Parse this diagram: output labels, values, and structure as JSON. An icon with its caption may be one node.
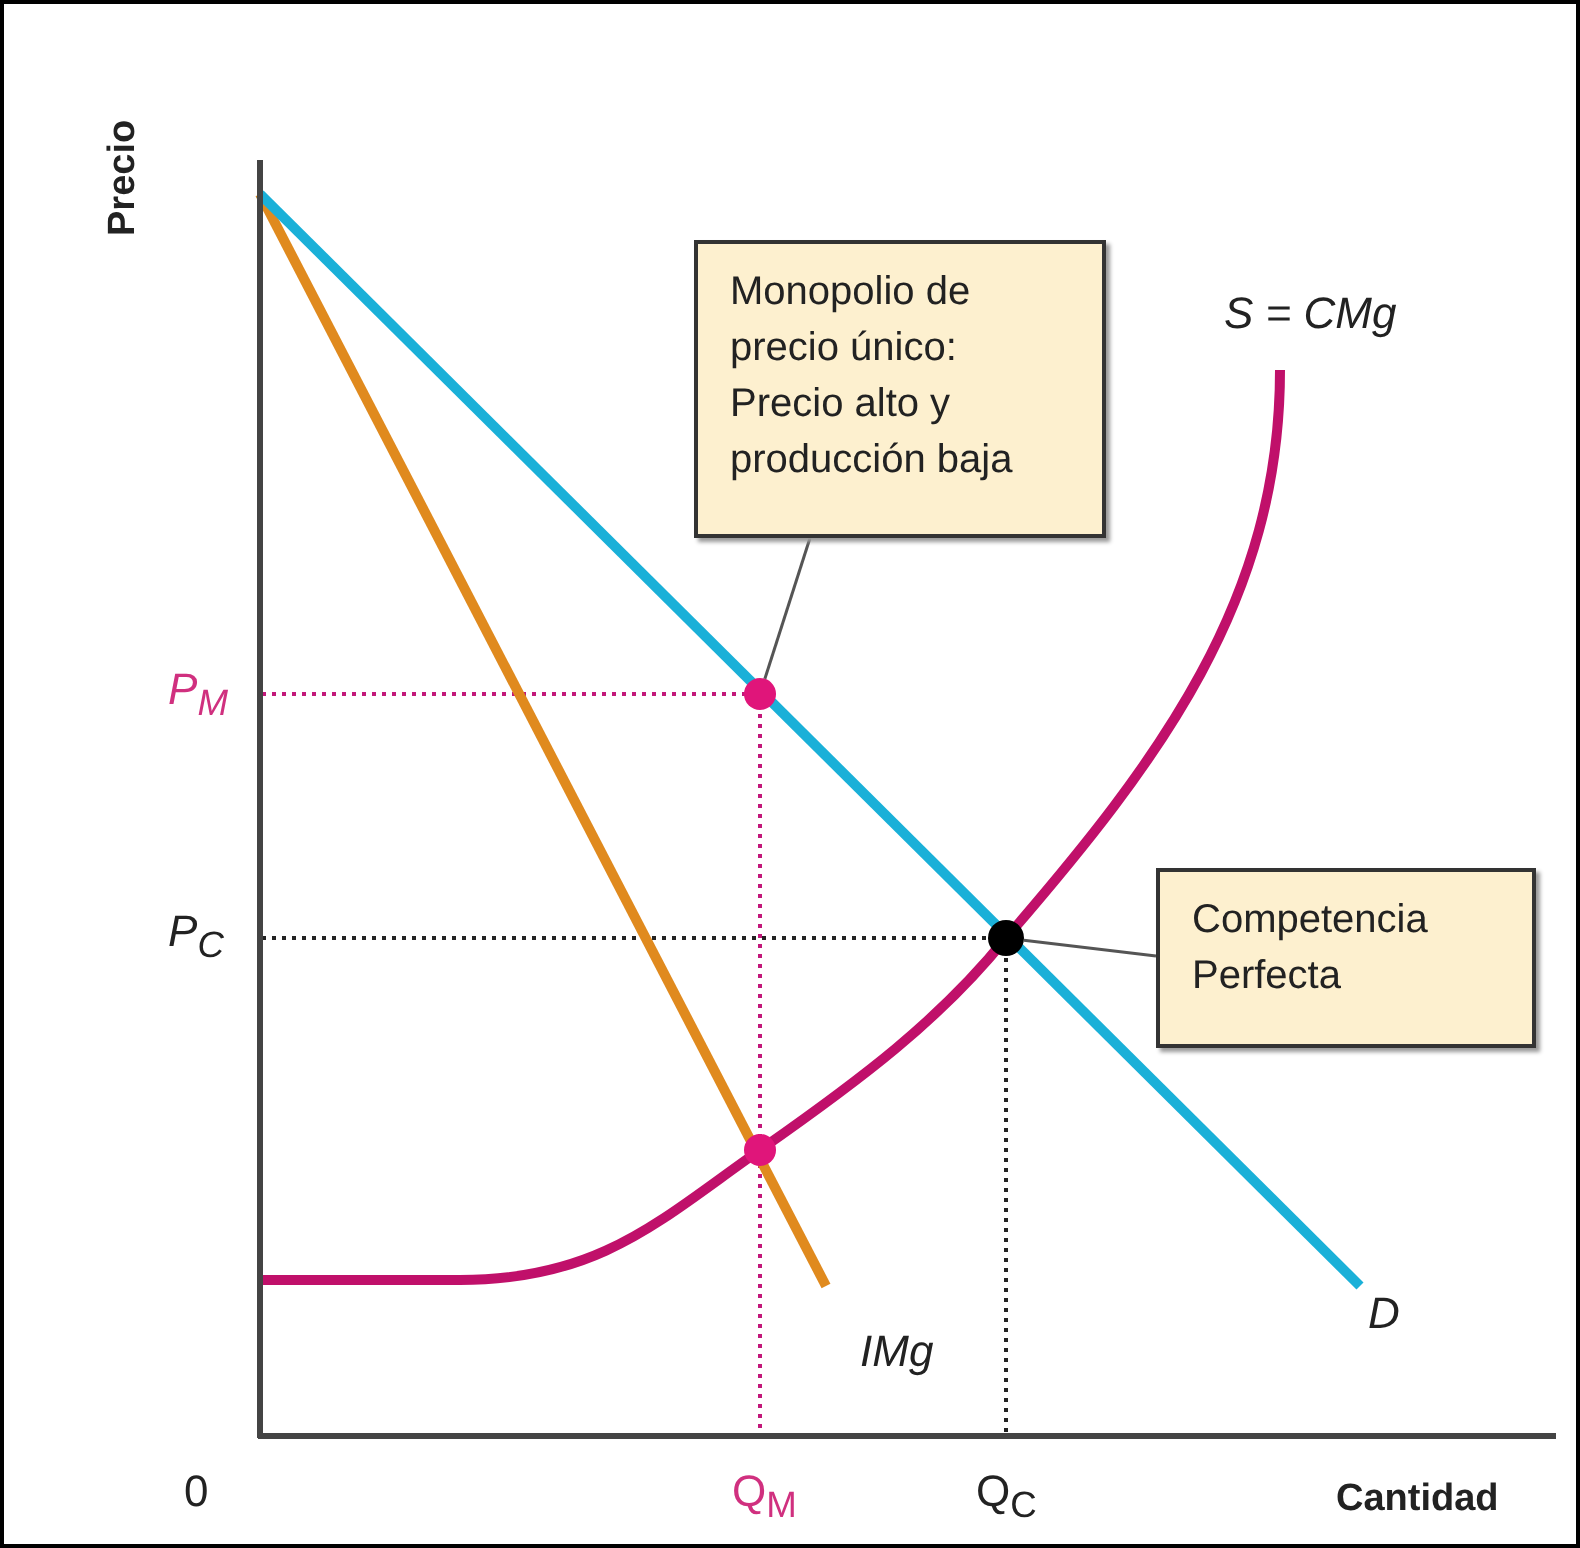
{
  "diagram": {
    "nodes": [
      {
        "text": [
          "Monopolio de precio único: Precio alto y producción baja"
        ]
      },
      {
        "text": [],
        "shape": "circle"
      },
      {
        "text": [
          "Competencia Perfecta"
        ]
      },
      {
        "text": [],
        "shape": "circle"
      },
      {
        "text": [],
        "shape": "circle"
      }
    ],
    "edges": [
      {
        "from": 0,
        "to": 1,
        "arrow": "none"
      },
      {
        "from": 2,
        "to": 3,
        "arrow": "none"
      }
    ],
    "labels": [
      "Precio",
      "S = CMg",
      "P$_{M}$",
      "P$_{C}$",
      "D",
      "IMg",
      "0",
      "Q$_{M}$",
      "Q$_{C}$",
      "Cantidad"
    ]
  }
}
